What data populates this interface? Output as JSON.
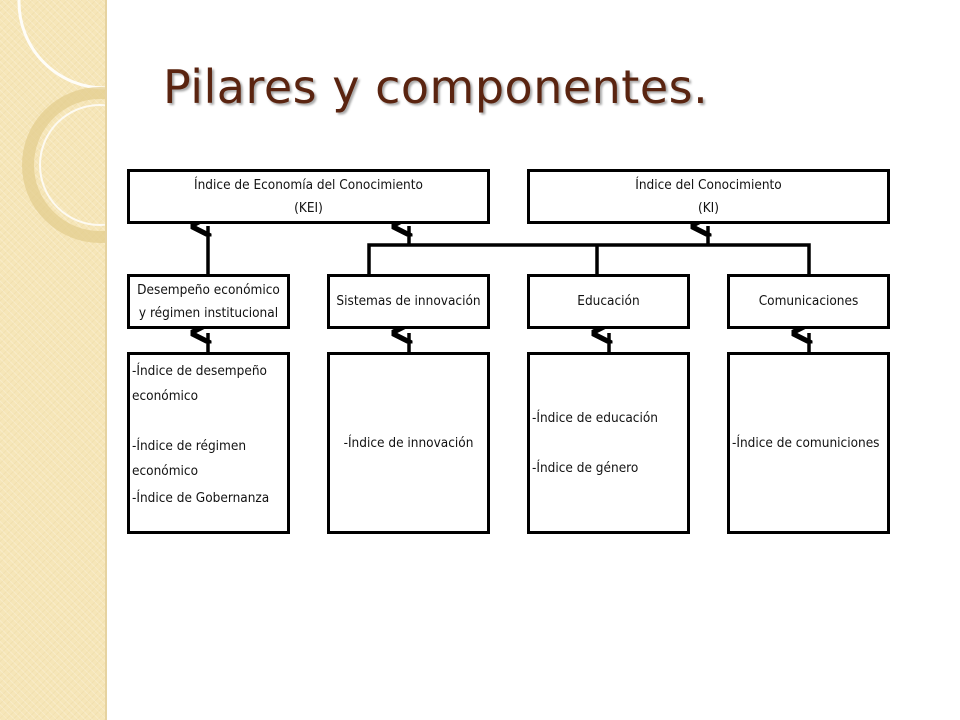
{
  "title": "Pilares y componentes.",
  "top_boxes": {
    "kei": {
      "line1": "Índice de Economía del Conocimiento",
      "line2": "(KEI)"
    },
    "ki": {
      "line1": "Índice del Conocimiento",
      "line2": "(KI)"
    }
  },
  "pillars": {
    "economic": {
      "line1": "Desempeño económico",
      "line2": "y régimen institucional"
    },
    "innovation": {
      "label": "Sistemas de innovación"
    },
    "education": {
      "label": "Educación"
    },
    "communications": {
      "label": "Comunicaciones"
    }
  },
  "components": {
    "economic": {
      "item1_a": "-Índice de desempeño",
      "item1_b": "económico",
      "item2_a": "-Índice de régimen",
      "item2_b": "económico",
      "item3": "-Índice de Gobernanza"
    },
    "innovation": {
      "item1": "-Índice de innovación"
    },
    "education": {
      "item1": "-Índice de educación",
      "item2": "-Índice de género"
    },
    "communications": {
      "item1": "-Índice de comuniciones"
    }
  },
  "colors": {
    "title": "#5a2410",
    "strip": "#f6e6b8",
    "lines": "#000000"
  }
}
